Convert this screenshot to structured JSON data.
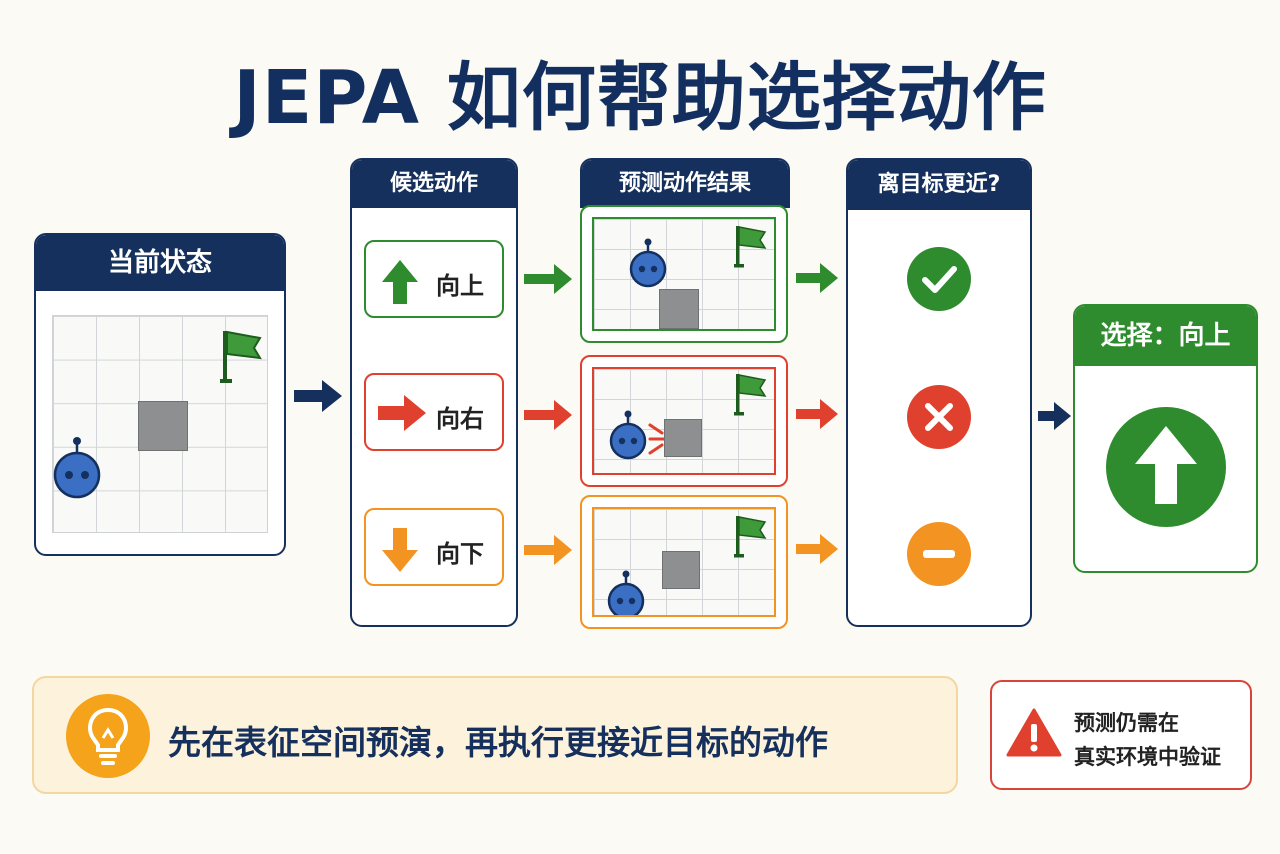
{
  "title": "JEPA 如何帮助选择动作",
  "current_state": {
    "header": "当前状态"
  },
  "candidates": {
    "header": "候选动作",
    "items": [
      {
        "label": "向上",
        "color": "#2e8b2e",
        "icon": "arrow-up-icon"
      },
      {
        "label": "向右",
        "color": "#e0412f",
        "icon": "arrow-right-icon"
      },
      {
        "label": "向下",
        "color": "#f39322",
        "icon": "arrow-down-icon"
      }
    ]
  },
  "predictions": {
    "header": "预测动作结果"
  },
  "evaluation": {
    "header": "离目标更近?",
    "results": [
      {
        "icon": "check-icon",
        "color": "#2e8b2e"
      },
      {
        "icon": "cross-icon",
        "color": "#e0412f"
      },
      {
        "icon": "minus-icon",
        "color": "#f39322"
      }
    ]
  },
  "choice": {
    "header": "选择：向上",
    "color": "#2e8b2e",
    "icon": "arrow-up-icon"
  },
  "tip": {
    "text": "先在表征空间预演，再执行更接近目标的动作",
    "icon": "lightbulb-icon"
  },
  "warning": {
    "line1": "预测仍需在",
    "line2": "真实环境中验证",
    "icon": "warning-icon"
  },
  "colors": {
    "navy": "#15305d",
    "green": "#2e8b2e",
    "red": "#e0412f",
    "orange": "#f39322",
    "robot": "#3b6fc4"
  }
}
